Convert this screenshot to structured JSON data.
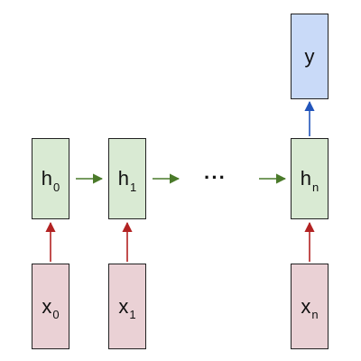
{
  "colors": {
    "hidden_fill": "#d9ead3",
    "input_fill": "#ead1d5",
    "output_fill": "#c9daf8",
    "border": "#222222",
    "recurrent_arrow": "#4a7a2a",
    "input_arrow": "#b22222",
    "output_arrow": "#2255bb"
  },
  "hidden": [
    {
      "label": "h",
      "sub": "0"
    },
    {
      "label": "h",
      "sub": "1"
    },
    {
      "label": "h",
      "sub": "n"
    }
  ],
  "inputs": [
    {
      "label": "x",
      "sub": "0"
    },
    {
      "label": "x",
      "sub": "1"
    },
    {
      "label": "x",
      "sub": "n"
    }
  ],
  "output": {
    "label": "y"
  },
  "ellipsis": "···"
}
